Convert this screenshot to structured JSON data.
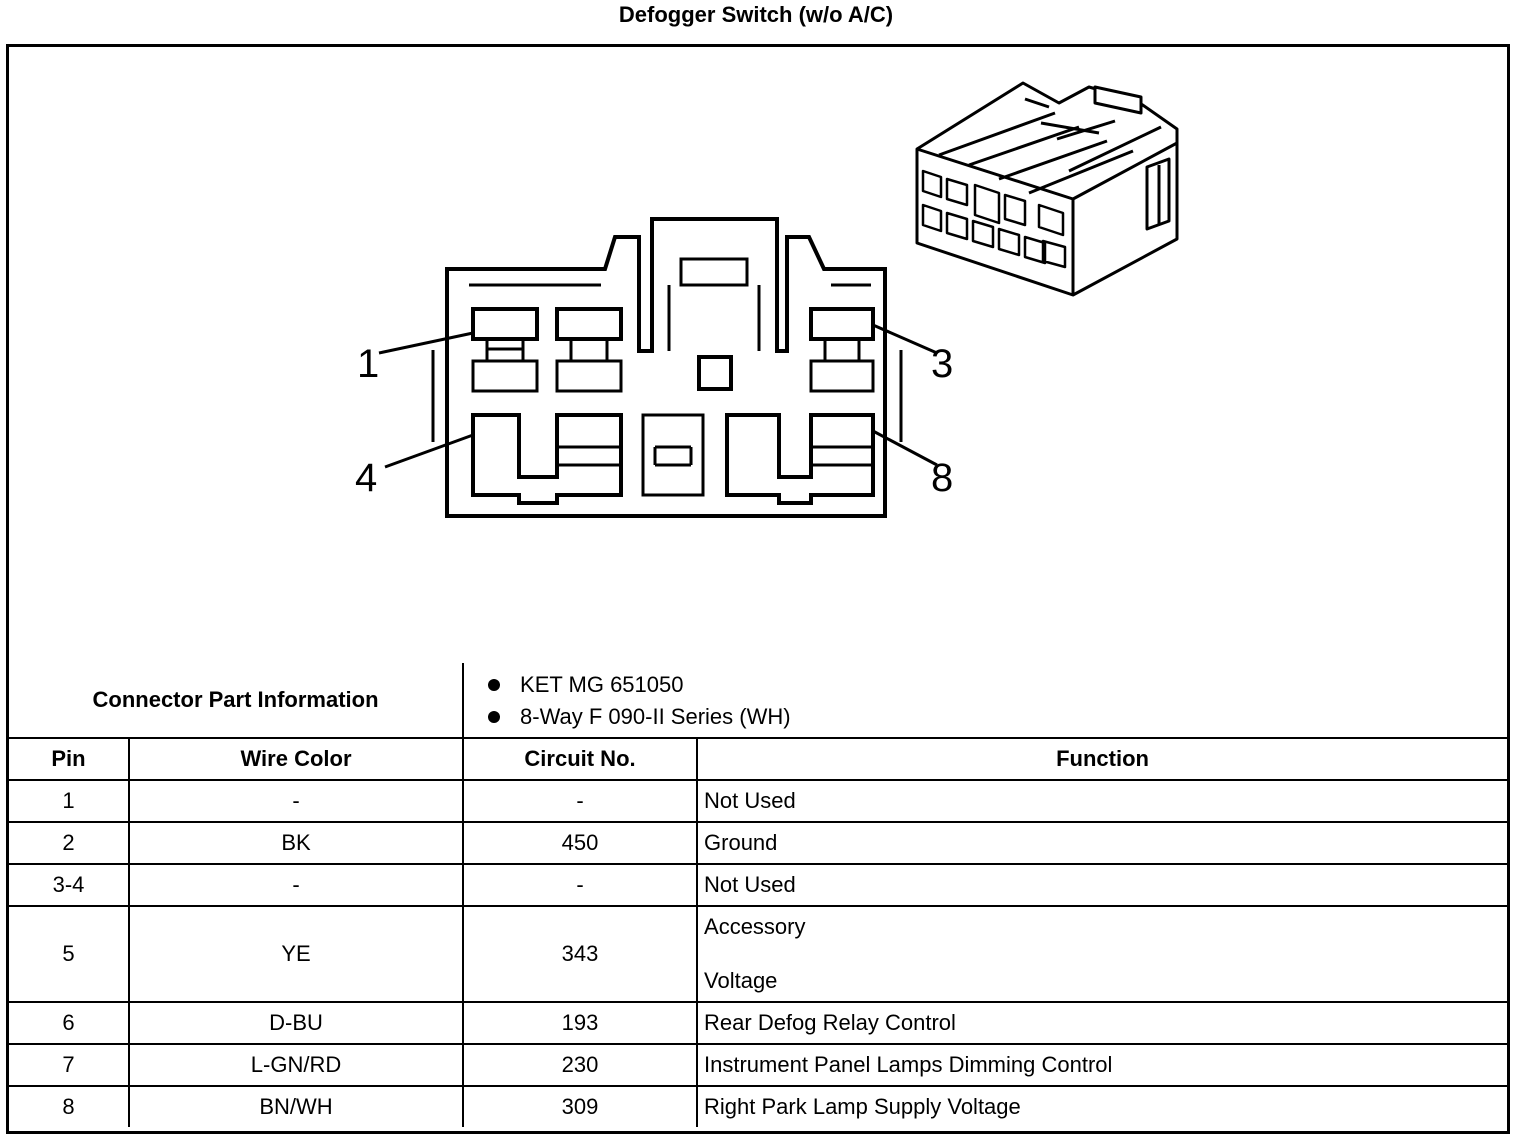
{
  "title": "Defogger Switch (w/o A/C)",
  "diagram": {
    "pin_labels": [
      "1",
      "3",
      "4",
      "8"
    ]
  },
  "connector_info": {
    "label": "Connector Part Information",
    "items": [
      "KET MG 651050",
      "8-Way F 090-II Series (WH)"
    ]
  },
  "table": {
    "headers": {
      "pin": "Pin",
      "wire_color": "Wire Color",
      "circuit": "Circuit No.",
      "function": "Function"
    },
    "rows": [
      {
        "pin": "1",
        "wire_color": "-",
        "circuit": "-",
        "function": "Not Used"
      },
      {
        "pin": "2",
        "wire_color": "BK",
        "circuit": "450",
        "function": "Ground"
      },
      {
        "pin": "3-4",
        "wire_color": "-",
        "circuit": "-",
        "function": "Not Used"
      },
      {
        "pin": "5",
        "wire_color": "YE",
        "circuit": "343",
        "function_lines": [
          "Accessory",
          "Voltage"
        ]
      },
      {
        "pin": "6",
        "wire_color": "D-BU",
        "circuit": "193",
        "function": "Rear Defog Relay Control"
      },
      {
        "pin": "7",
        "wire_color": "L-GN/RD",
        "circuit": "230",
        "function": "Instrument Panel Lamps Dimming Control"
      },
      {
        "pin": "8",
        "wire_color": "BN/WH",
        "circuit": "309",
        "function": "Right Park Lamp Supply Voltage"
      }
    ]
  }
}
